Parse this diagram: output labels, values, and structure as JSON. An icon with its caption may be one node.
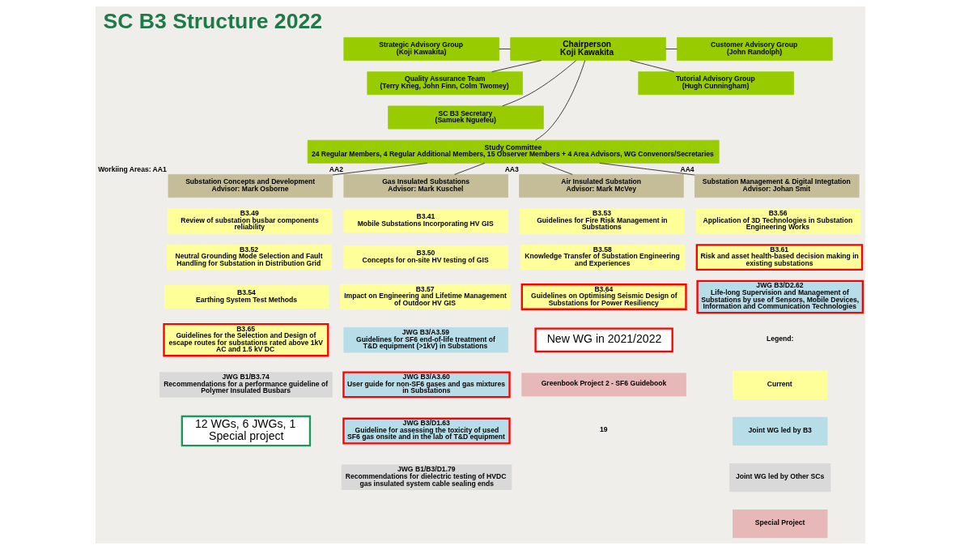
{
  "diagram": {
    "title": "SC B3 Structure 2022",
    "nodes": [
      {
        "text": [
          "Strategic Advisory Group",
          "(Koji Kawakita)"
        ]
      },
      {
        "text": [
          "Quality Assurance Team",
          "(Terry Krieg, John Finn, Colm Twomey)"
        ]
      },
      {
        "text": [
          "SC B3 Secretary",
          "(Samuek Nguefeu)"
        ]
      },
      {
        "text": [
          "Chairperson",
          "Koji Kawakita"
        ]
      },
      {
        "text": [
          "Customer Advisory Group",
          "(John Randolph)"
        ]
      },
      {
        "text": [
          "Tutorial Advisory Group",
          "(Hugh Cunningham)"
        ]
      },
      {
        "text": [
          "Study Committee",
          "24 Regular Members, 4 Regular Additional Members, 15 Observer Members + 4 Area Advisors, WG Convenors/Secretaries"
        ]
      },
      {
        "text": [
          "Substation Concepts and Development",
          "Advisor: Mark Osborne"
        ],
        "beside": [
          "Workiing Areas: AA1"
        ]
      },
      {
        "text": [
          "B3.49",
          "Review of substation busbar components reliability"
        ]
      },
      {
        "text": [
          "B3.52",
          "Neutral Grounding Mode Selection and Fault Handling for Substation in Distribution Grid"
        ]
      },
      {
        "text": [
          "B3.54",
          "Earthing System Test Methods"
        ]
      },
      {
        "text": [
          "B3.65",
          "Guidelines for the Selection and Design of escape routes for substations rated above 1kV AC and 1.5 kV DC"
        ]
      },
      {
        "text": [
          "JWG B1/B3.74",
          "Recommendations for a performance guideline of Polymer Insulated Busbars"
        ]
      },
      {
        "text": [
          "12 WGs, 6 JWGs, 1 Special project"
        ]
      },
      {
        "text": [
          "Gas Insulated Substations",
          "Advisor: Mark Kuschel"
        ],
        "beside": [
          "AA2"
        ]
      },
      {
        "text": [
          "B3.41",
          "Mobile Substations Incorporating HV GIS"
        ]
      },
      {
        "text": [
          "B3.50",
          "Concepts for on-site HV testing of GIS"
        ]
      },
      {
        "text": [
          "B3.57",
          "Impact on Engineering and Lifetime Management of Outdoor HV GIS"
        ]
      },
      {
        "text": [
          "JWG B3/A3.59",
          "Guidelines for SF6 end-of-life treatment of T&D equipment (>1kV) in Substations"
        ]
      },
      {
        "text": [
          "JWG B3/A3.60",
          "User guide for non-SF6 gases and gas mixtures in Substations"
        ]
      },
      {
        "text": [
          "JWG B3/D1.63",
          "Guideline for assessing the toxicity of used SF6 gas onsite and in the lab of T&D equipment"
        ]
      },
      {
        "text": [
          "JWG B1/B3/D1.79",
          "Recommendations for dielectric testing of HVDC gas insulated system cable sealing ends"
        ]
      },
      {
        "text": [
          "Air Insulated Substation",
          "Advisor: Mark McVey"
        ],
        "beside": [
          "AA3"
        ]
      },
      {
        "text": [
          "B3.53",
          "Guidelines for Fire Risk Management in Substations"
        ]
      },
      {
        "text": [
          "B3.58",
          "Knowledge Transfer of Substation Engineering and Experiences"
        ]
      },
      {
        "text": [
          "B3.64",
          "Guidelines on Optimising Seismic Design of Substations for Power Resiliency"
        ]
      },
      {
        "text": [
          "New WG in 2021/2022"
        ]
      },
      {
        "text": [
          "Greenbook Project 2 - SF6 Guidebook"
        ]
      },
      {
        "text": [
          "Substation Management & Digital Integtation",
          "Advisor: Johan Smit"
        ],
        "beside": [
          "AA4"
        ]
      },
      {
        "text": [
          "B3.56",
          "Application of 3D Technologies in Substation Engineering Works"
        ]
      },
      {
        "text": [
          "B3.61",
          "Risk and asset health-based decision making in existing substations"
        ]
      },
      {
        "text": [
          "JWG B3/D2.62",
          "Life-long Supervision and Management of Substations by use of Sensors, Mobile Devices, Information and Communication Technologies"
        ]
      }
    ],
    "edges": [
      {
        "from": 0,
        "to": 3,
        "arrow": "none"
      },
      {
        "from": 1,
        "to": 3,
        "arrow": "none"
      },
      {
        "from": 2,
        "to": 3,
        "arrow": "none"
      },
      {
        "from": 3,
        "to": 4,
        "arrow": "none"
      },
      {
        "from": 3,
        "to": 5,
        "arrow": "none"
      },
      {
        "from": 3,
        "to": 6,
        "arrow": "none"
      },
      {
        "from": 6,
        "to": 7,
        "arrow": "none"
      },
      {
        "from": 6,
        "to": 14,
        "arrow": "none"
      },
      {
        "from": 6,
        "to": 22,
        "arrow": "none"
      },
      {
        "from": 6,
        "to": 28,
        "arrow": "none"
      }
    ],
    "labels": [
      "Legend:",
      "19"
    ],
    "legend": [
      {
        "text": "Current",
        "color": "#ffff99"
      },
      {
        "text": "Joint WG led by B3",
        "color": "#b7dde8"
      },
      {
        "text": "Joint WG led by Other SCs",
        "color": "#d9d9d9"
      },
      {
        "text": "Special Project",
        "color": "#e6b8b7"
      }
    ]
  }
}
